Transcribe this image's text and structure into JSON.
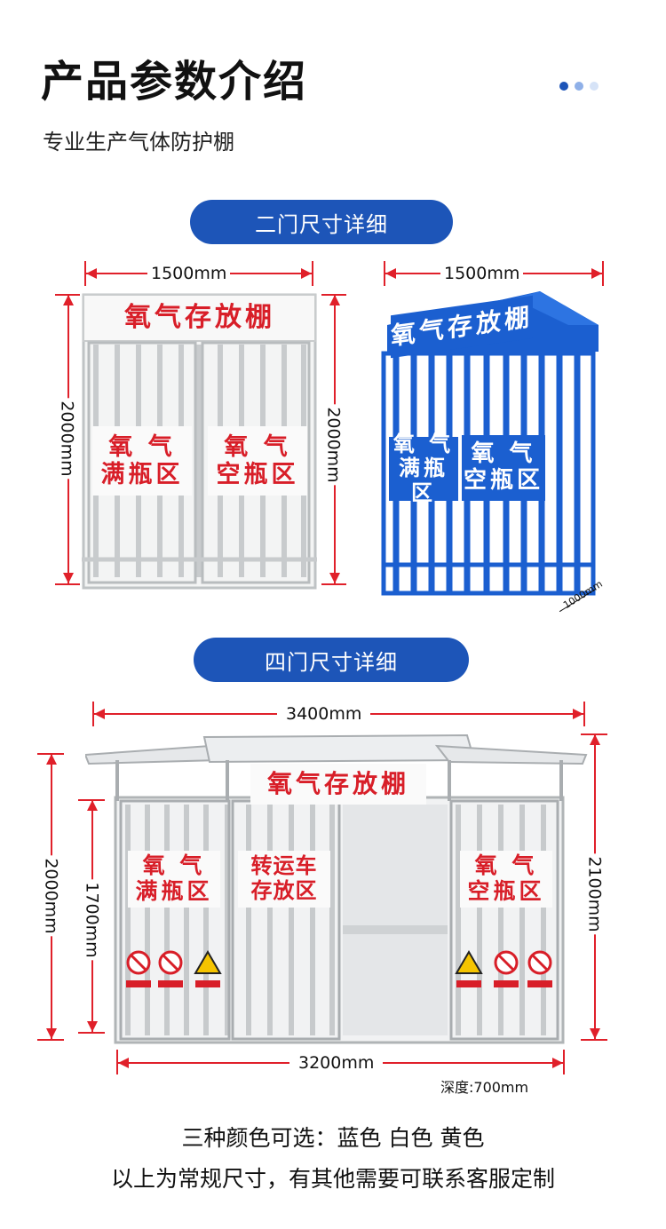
{
  "header": {
    "title": "产品参数介绍",
    "subtitle": "专业生产气体防护棚"
  },
  "colors": {
    "brand_blue": "#1d55b8",
    "dim_red": "#e0202a",
    "sign_red": "#d81e28",
    "shed_blue": "#1b5fd0",
    "dot1": "#1d55b8",
    "dot2": "#8fb0e8",
    "dot3": "#d6e3f7"
  },
  "section_two_door": {
    "label": "二门尺寸详细",
    "white_shed": {
      "width": "1500mm",
      "height_left": "2000mm",
      "height_right": "2000mm",
      "top_sign": "氧气存放棚",
      "left_sign": "氧 气\n满瓶区",
      "right_sign": "氧 气\n空瓶区"
    },
    "blue_shed": {
      "width": "1500mm",
      "depth": "1000mm",
      "top_sign": "氧气存放棚",
      "left_sign": "氧 气\n满瓶区",
      "right_sign": "氧 气\n空瓶区"
    }
  },
  "section_four_door": {
    "label": "四门尺寸详细",
    "top_width": "3400mm",
    "bottom_width": "3200mm",
    "height_outer_left": "2000mm",
    "height_inner_left": "1700mm",
    "height_right": "2100mm",
    "depth": "深度:700mm",
    "top_sign": "氧气存放棚",
    "sign_full": "氧 气\n满瓶区",
    "sign_transfer": "转运车\n存放区",
    "sign_empty": "氧 气\n空瓶区"
  },
  "footer": {
    "colors_line": "三种颜色可选：蓝色  白色  黄色",
    "custom_line": "以上为常规尺寸，有其他需要可联系客服定制"
  }
}
